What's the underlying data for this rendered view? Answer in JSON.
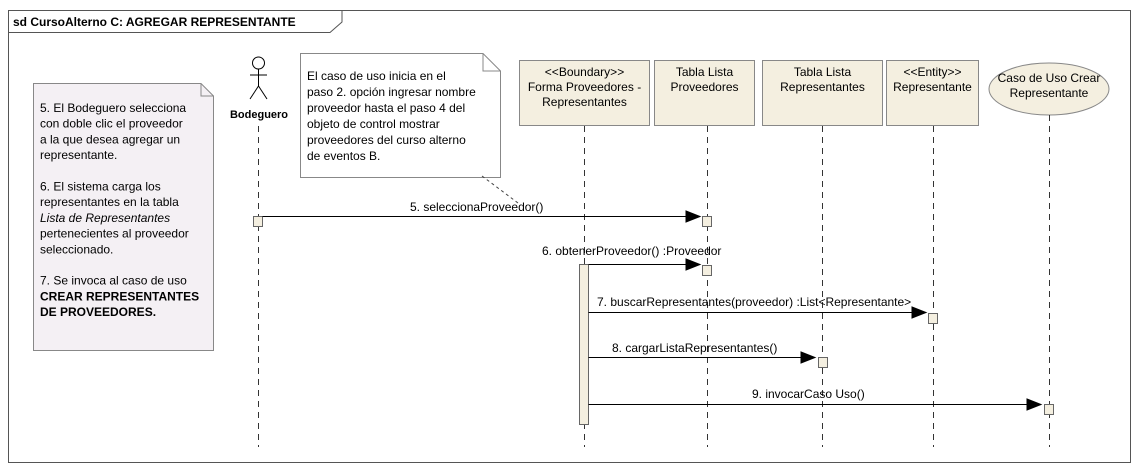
{
  "frame": {
    "title": "sd CursoAlterno C: AGREGAR REPRESENTANTE"
  },
  "actor": {
    "name": "Bodeguero"
  },
  "lifelines": [
    {
      "lines": [
        "<<Boundary>>",
        "Forma  Proveedores -",
        "Representantes"
      ]
    },
    {
      "lines": [
        "Tabla Lista",
        "Proveedores"
      ]
    },
    {
      "lines": [
        "Tabla Lista",
        "Representantes"
      ]
    },
    {
      "lines": [
        "<<Entity>>",
        "Representante"
      ]
    },
    {
      "lines": [
        "Caso de Uso Crear",
        "Representante"
      ]
    }
  ],
  "messages": [
    {
      "label": "5. seleccionaProveedor()"
    },
    {
      "label": "6. obtenerProveedor() :Proveedor"
    },
    {
      "label": "7. buscarRepresentantes(proveedor) :List<Representante>"
    },
    {
      "label": "8. cargarListaRepresentantes()"
    },
    {
      "label": "9. invocarCaso Uso()"
    }
  ],
  "note_left": {
    "lines": [
      [
        {
          "t": "5. El Bodeguero selecciona"
        }
      ],
      [
        {
          "t": "con doble clic el proveedor"
        }
      ],
      [
        {
          "t": "a la que desea agregar un"
        }
      ],
      [
        {
          "t": "representante."
        }
      ],
      [],
      [
        {
          "t": "6. El sistema carga los"
        }
      ],
      [
        {
          "t": "representantes en la tabla"
        }
      ],
      [
        {
          "t": "Lista de Representantes",
          "i": true
        }
      ],
      [
        {
          "t": "pertenecientes al proveedor"
        }
      ],
      [
        {
          "t": "seleccionado."
        }
      ],
      [],
      [
        {
          "t": "7. Se invoca al caso de uso"
        }
      ],
      [
        {
          "t": "CREAR REPRESENTANTES",
          "b": true
        }
      ],
      [
        {
          "t": "DE PROVEEDORES.",
          "b": true
        }
      ]
    ]
  },
  "note_top": {
    "lines": [
      "El caso de uso inicia en el",
      "paso 2. opción ingresar nombre",
      "proveedor hasta el paso 4 del",
      "objeto de control mostrar",
      "proveedores del curso alterno",
      "de eventos B."
    ]
  },
  "colors": {
    "box_fill": "#f4efe0",
    "note_fill": "#f4f0f4",
    "line": "#000000"
  }
}
